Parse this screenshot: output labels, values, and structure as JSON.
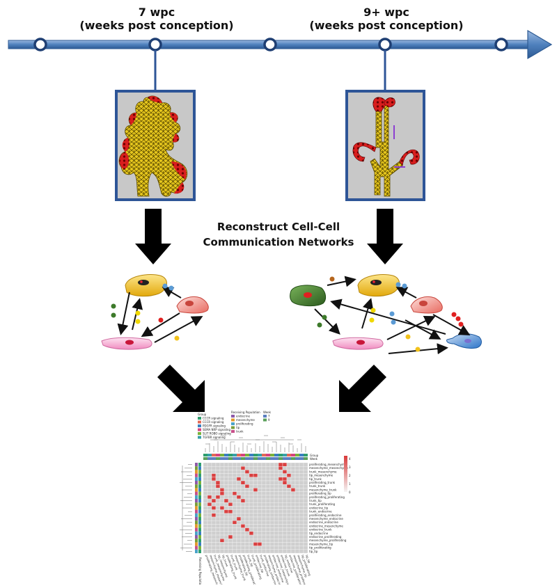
{
  "timeline": {
    "left_label_line1": "7 wpc",
    "left_label_line2": "(weeks post conception)",
    "right_label_line1": "9+ wpc",
    "right_label_line2": "(weeks post conception)"
  },
  "center_label_line1": "Reconstruct Cell-Cell",
  "center_label_line2": "Communication Networks",
  "heatmap": {
    "legend_group_title": "Group",
    "legend_group_items": [
      "CCCR signaling",
      "CCCR signaling",
      "PDGFR signaling",
      "SEMA NRP signaling",
      "SLIT ROBO signaling",
      "TGFBR signaling"
    ],
    "legend_recv_title": "Receiving Population",
    "legend_recv_items": [
      "endocrine",
      "mesenchyme",
      "proliferating",
      "tip",
      "trunk"
    ],
    "legend_week_title": "Week",
    "legend_week_items": [
      "7",
      "9"
    ],
    "row_labels": [
      "proliferating_mesenchyme",
      "mesenchyme_mesenchyme",
      "trunk_mesenchyme",
      "tip_mesenchyme",
      "tip_trunk",
      "proliferating_trunk",
      "trunk_trunk",
      "mesenchyme_trunk",
      "proliferating_tip",
      "proliferating_proliferating",
      "trunk_tip",
      "trunk_proliferating",
      "endocrine_tip",
      "trunk_endocrine",
      "proliferating_endocrine",
      "mesenchyme_endocrine",
      "endocrine_endocrine",
      "endocrine_mesenchyme",
      "endocrine_trunk",
      "tip_endocrine",
      "endocrine_proliferating",
      "mesenchyme_proliferating",
      "mesenchyme_tip",
      "tip_proliferating",
      "tip_tip"
    ],
    "scale_labels": [
      "4",
      "3",
      "2",
      "1",
      "0"
    ],
    "top_labels": [
      "Group",
      "Week"
    ],
    "bottom_label": "Receiving Population"
  },
  "colors": {
    "timeline_blue": "#4f81bd",
    "timeline_dark": "#1f3f73",
    "frame_blue": "#2e5597",
    "heat_red": "#d94040",
    "heat_grey": "#cfcfcf",
    "yellow": "#f2c21b",
    "red": "#e02020",
    "pink": "#f5a0c8",
    "green": "#3d7a2a",
    "light_blue": "#5b9bd5",
    "salmon": "#f4a7a0"
  }
}
